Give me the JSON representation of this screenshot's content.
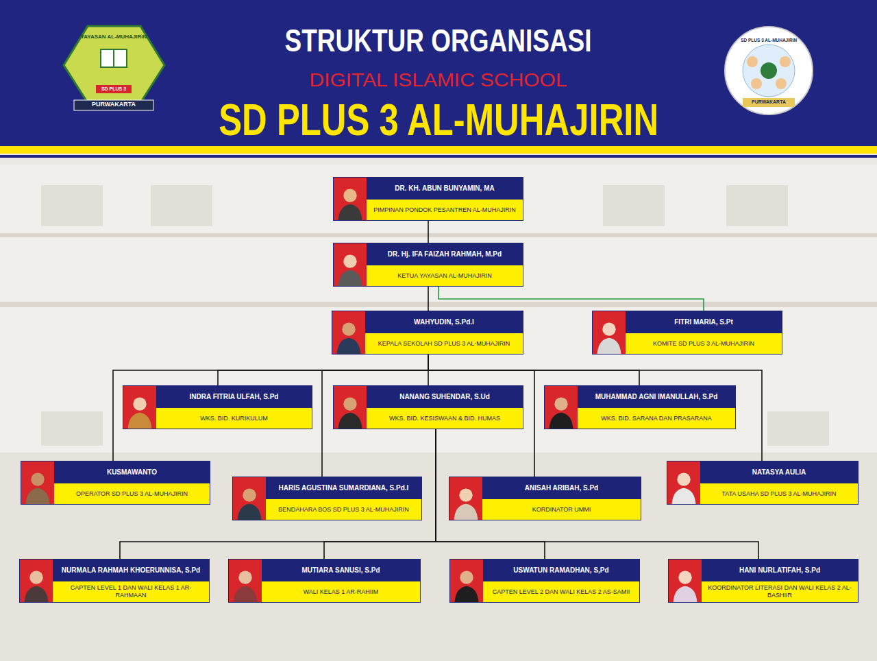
{
  "diagram": {
    "title": "STRUKTUR ORGANISASI",
    "nodes": [
      {
        "text": [
          "DR. KH. ABUN BUNYAMIN, MA",
          "PIMPINAN PONDOK PESANTREN AL-MUHAJIRIN"
        ]
      },
      {
        "text": [
          "DR. Hj. IFA FAIZAH RAHMAH, M.Pd",
          "KETUA YAYASAN AL-MUHAJIRIN"
        ]
      },
      {
        "text": [
          "WAHYUDIN, S.Pd.I",
          "KEPALA SEKOLAH SD PLUS 3 AL-MUHAJIRIN"
        ]
      },
      {
        "text": [
          "FITRI MARIA, S.Pt",
          "KOMITE SD PLUS 3 AL-MUHAJIRIN"
        ]
      },
      {
        "text": [
          "INDRA FITRIA ULFAH, S.Pd",
          "WKS. BID. KURIKULUM"
        ]
      },
      {
        "text": [
          "NANANG SUHENDAR, S.Ud",
          "WKS. BID. KESISWAAN & BID. HUMAS"
        ]
      },
      {
        "text": [
          "MUHAMMAD AGNI IMANULLAH, S.Pd",
          "WKS. BID. SARANA DAN PRASARANA"
        ]
      },
      {
        "text": [
          "KUSMAWANTO",
          "OPERATOR SD PLUS 3 AL-MUHAJIRIN"
        ]
      },
      {
        "text": [
          "HARIS AGUSTINA SUMARDIANA, S.Pd.I",
          "BENDAHARA BOS SD PLUS 3 AL-MUHAJIRIN"
        ]
      },
      {
        "text": [
          "ANISAH ARIBAH, S.Pd",
          "KORDINATOR UMMI"
        ]
      },
      {
        "text": [
          "NATASYA AULIA",
          "TATA USAHA SD PLUS 3 AL-MUHAJIRIN"
        ]
      },
      {
        "text": [
          "NURMALA RAHMAH KHOERUNNISA, S.Pd",
          "CAPTEN LEVEL 1 DAN WALI KELAS 1 AR-RAHMAAN"
        ]
      },
      {
        "text": [
          "MUTIARA SANUSI, S.Pd",
          "WALI KELAS 1 AR-RAHIIM"
        ]
      },
      {
        "text": [
          "USWATUN RAMADHAN, S,Pd",
          "CAPTEN LEVEL 2 DAN WALI KELAS 2 AS-SAMII"
        ]
      },
      {
        "text": [
          "HANI NURLATIFAH, S.Pd",
          "KOORDINATOR LITERASI DAN WALI KELAS 2 AL-BASHIIR"
        ]
      }
    ],
    "edges": [
      {
        "from": 0,
        "to": 1,
        "arrow": "none"
      },
      {
        "from": 1,
        "to": 2,
        "arrow": "none"
      },
      {
        "from": 1,
        "to": 3,
        "arrow": "none"
      },
      {
        "from": 2,
        "to": 4,
        "arrow": "none"
      },
      {
        "from": 2,
        "to": 5,
        "arrow": "none"
      },
      {
        "from": 2,
        "to": 6,
        "arrow": "none"
      },
      {
        "from": 2,
        "to": 7,
        "arrow": "none"
      },
      {
        "from": 2,
        "to": 8,
        "arrow": "none"
      },
      {
        "from": 2,
        "to": 9,
        "arrow": "none"
      },
      {
        "from": 2,
        "to": 10,
        "arrow": "none"
      },
      {
        "from": 5,
        "to": 11,
        "arrow": "none"
      },
      {
        "from": 5,
        "to": 12,
        "arrow": "none"
      },
      {
        "from": 5,
        "to": 13,
        "arrow": "none"
      },
      {
        "from": 5,
        "to": 14,
        "arrow": "none"
      }
    ],
    "labels": [
      "DIGITAL ISLAMIC SCHOOL",
      "SD PLUS 3 AL-MUHAJIRIN",
      "YAYASAN AL-MUHAJIRIN",
      "SD PLUS 3",
      "PURWAKARTA",
      "SD PLUS 3 AL-MUHAJIRIN",
      "PURWAKARTA"
    ]
  }
}
